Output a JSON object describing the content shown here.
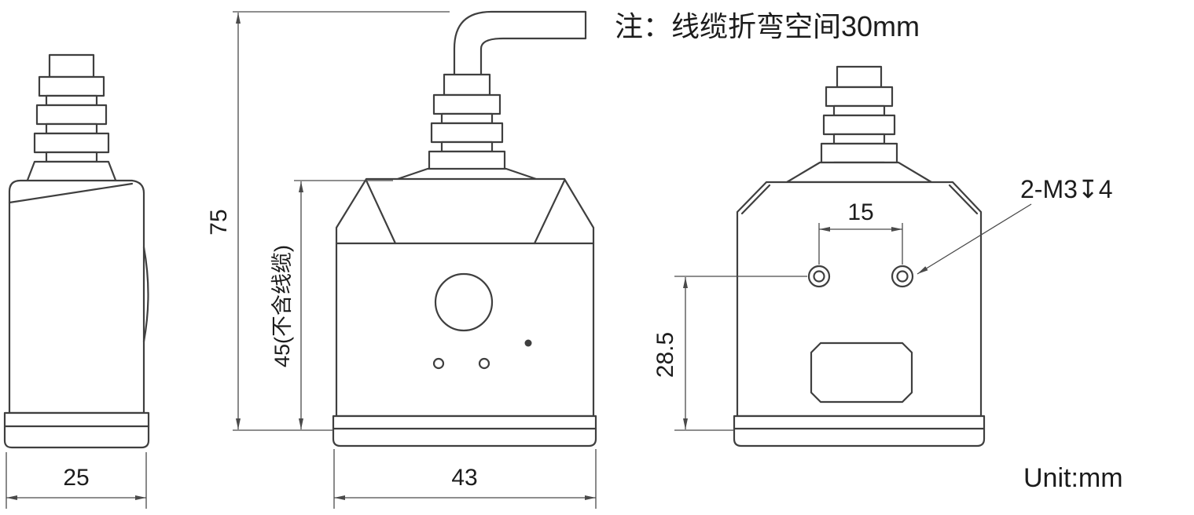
{
  "drawing": {
    "note": "注：线缆折弯空间30mm",
    "unit_label": "Unit:mm",
    "views": {
      "side": {
        "width_dim": "25"
      },
      "front": {
        "total_height_dim": "75",
        "body_height_dim": "45(不含线缆)",
        "width_dim": "43"
      },
      "back": {
        "hole_spacing_dim": "15",
        "hole_offset_dim": "28.5",
        "thread_callout": "2-M3↧4"
      }
    }
  }
}
